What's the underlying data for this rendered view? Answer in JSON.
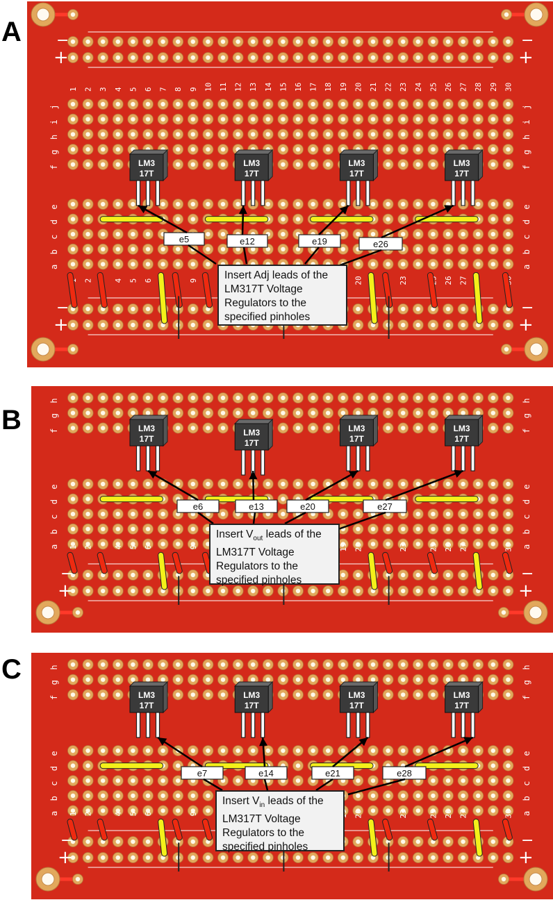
{
  "panels": [
    {
      "id": "A",
      "letter": "A",
      "callout": {
        "pre": "Insert Adj leads of the LM317T Voltage Regulators to the specified pinholes",
        "sub": "",
        "post": ""
      },
      "labels": [
        "e5",
        "e12",
        "e19",
        "e26"
      ],
      "lead": 0,
      "rows_top": [
        "j",
        "i",
        "h",
        "g",
        "f"
      ],
      "rows_mid": [
        "e",
        "d",
        "c",
        "b",
        "a"
      ]
    },
    {
      "id": "B",
      "letter": "B",
      "callout": {
        "pre": "Insert V",
        "sub": "out",
        "post": " leads of the LM317T Voltage Regulators to the specified pinholes"
      },
      "labels": [
        "e6",
        "e13",
        "e20",
        "e27"
      ],
      "lead": 1,
      "rows_top": [
        "h",
        "g",
        "f"
      ],
      "rows_mid": [
        "e",
        "d",
        "c",
        "b",
        "a"
      ]
    },
    {
      "id": "C",
      "letter": "C",
      "callout": {
        "pre": "Insert V",
        "sub": "in",
        "post": " leads of the LM317T Voltage Regulators to the specified pinholes"
      },
      "labels": [
        "e7",
        "e14",
        "e21",
        "e28"
      ],
      "lead": 2,
      "rows_top": [
        "h",
        "g",
        "f"
      ],
      "rows_mid": [
        "e",
        "d",
        "c",
        "b",
        "a"
      ]
    }
  ],
  "component": {
    "line1": "LM3",
    "line2": "17T"
  },
  "rail_minus": "−",
  "rail_plus": "+",
  "column_numbers": [
    "1",
    "2",
    "3",
    "4",
    "5",
    "6",
    "7",
    "8",
    "9",
    "10",
    "11",
    "12",
    "13",
    "14",
    "15",
    "16",
    "17",
    "18",
    "19",
    "20",
    "21",
    "22",
    "23",
    "24",
    "25",
    "26",
    "27",
    "28",
    "29",
    "30"
  ],
  "bottom_numbers": [
    "2",
    "5",
    "6",
    "9",
    "20",
    "23",
    "25",
    "27",
    "30",
    "4",
    "19",
    "26",
    "1"
  ],
  "colors": {
    "board": "#d42a1a",
    "pad": "#e2a85c",
    "hole": "#fff8ea",
    "jumper_red": "#ee2a10",
    "jumper_yellow": "#f4f01a",
    "regulator": "#3a3a3a",
    "callout_bg": "#f2f2f2"
  }
}
